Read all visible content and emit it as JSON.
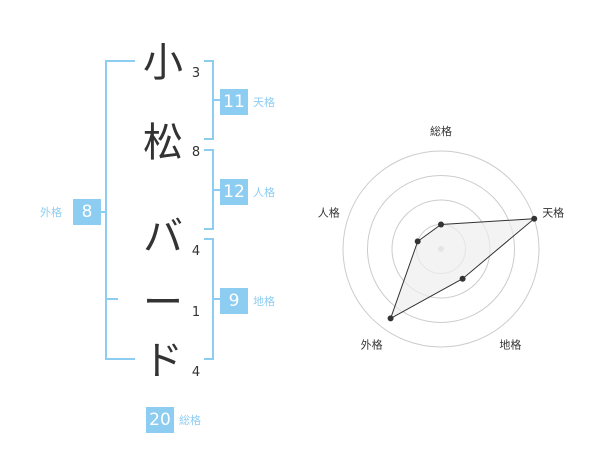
{
  "name_chars": [
    {
      "char": "小",
      "strokes": "3"
    },
    {
      "char": "松",
      "strokes": "8"
    },
    {
      "char": "バ",
      "strokes": "4"
    },
    {
      "char": "ー",
      "strokes": "1"
    },
    {
      "char": "ド",
      "strokes": "4"
    }
  ],
  "kaku": {
    "tenkaku": {
      "value": "11",
      "label": "天格"
    },
    "jinkaku": {
      "value": "12",
      "label": "人格"
    },
    "chikaku": {
      "value": "9",
      "label": "地格"
    },
    "gaikaku": {
      "value": "8",
      "label": "外格"
    },
    "soukaku": {
      "value": "20",
      "label": "総格"
    }
  },
  "colors": {
    "accent": "#8ecdf2",
    "text": "#333333",
    "ring": "#cccccc",
    "fill": "#eeeeee"
  },
  "chart_data": {
    "type": "radar",
    "axes": [
      "総格",
      "天格",
      "地格",
      "外格",
      "人格"
    ],
    "rings": 4,
    "range": [
      0,
      4
    ],
    "values": [
      1,
      4,
      1.5,
      3.5,
      1
    ]
  }
}
